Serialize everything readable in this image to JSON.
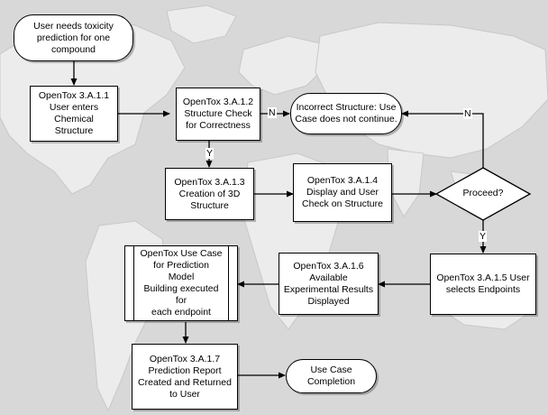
{
  "colors": {
    "background": "#d8d8d8",
    "land": "#ececec",
    "box_fill": "#ffffff",
    "stroke": "#000000"
  },
  "nodes": {
    "start": "User needs toxicity\nprediction for one\ncompound",
    "step_3a11": "OpenTox 3.A.1.1\nUser enters\nChemical\nStructure",
    "step_3a12": "OpenTox 3.A.1.2\nStructure Check\nfor Correctness",
    "incorrect": "Incorrect Structure: Use\nCase does not continue.",
    "step_3a13": "OpenTox 3.A.1.3\nCreation of 3D\nStructure",
    "step_3a14": "OpenTox 3.A.1.4\nDisplay and User\nCheck on Structure",
    "decision": "Proceed?",
    "step_3a15": "OpenTox 3.A.1.5 User\nselects Endpoints",
    "step_3a16": "OpenTox 3.A.1.6\nAvailable\nExperimental Results\nDisplayed",
    "subprocess": "OpenTox Use Case\nfor Prediction Model\nBuilding executed for\neach endpoint",
    "step_3a17": "OpenTox 3.A.1.7\nPrediction Report\nCreated and Returned\nto User",
    "end": "Use Case\nCompletion"
  },
  "edge_labels": {
    "no_from_check": "N",
    "yes_from_check": "Y",
    "no_from_decision": "N",
    "yes_from_decision": "Y"
  }
}
